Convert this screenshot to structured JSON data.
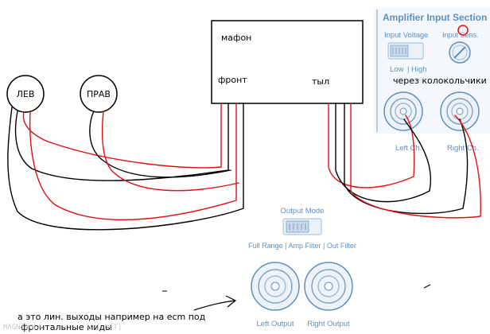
{
  "head_unit": {
    "title": "мафон",
    "front_label": "фронт",
    "rear_label": "тыл"
  },
  "speakers": {
    "left": "ЛЕВ",
    "right": "ПРАВ"
  },
  "amp_input": {
    "section_title": "Amplifier Input Section",
    "input_voltage": "Input Voltage",
    "input_sens": "Input Sens.",
    "switch_low": "Low",
    "switch_sep": "|",
    "switch_high": "High",
    "via_bells": "через колокольчики",
    "left_ch": "Left Ch.",
    "right_ch": "Right Ch."
  },
  "amp_output": {
    "mode_title": "Output Mode",
    "mode_options": "Full Range | Amp Filter | Out Filter",
    "left_output": "Left Output",
    "right_output": "Right Output"
  },
  "note": {
    "line1": "а это лин. выходы например на ecm под",
    "line2": "фронтальные миды"
  },
  "watermark": {
    "left": "MAGNITOLA",
    "right": "U [.NET]"
  },
  "colors": {
    "wire_red": "#e01010",
    "wire_black": "#000000",
    "panel_blue": "#5f8fc0"
  }
}
